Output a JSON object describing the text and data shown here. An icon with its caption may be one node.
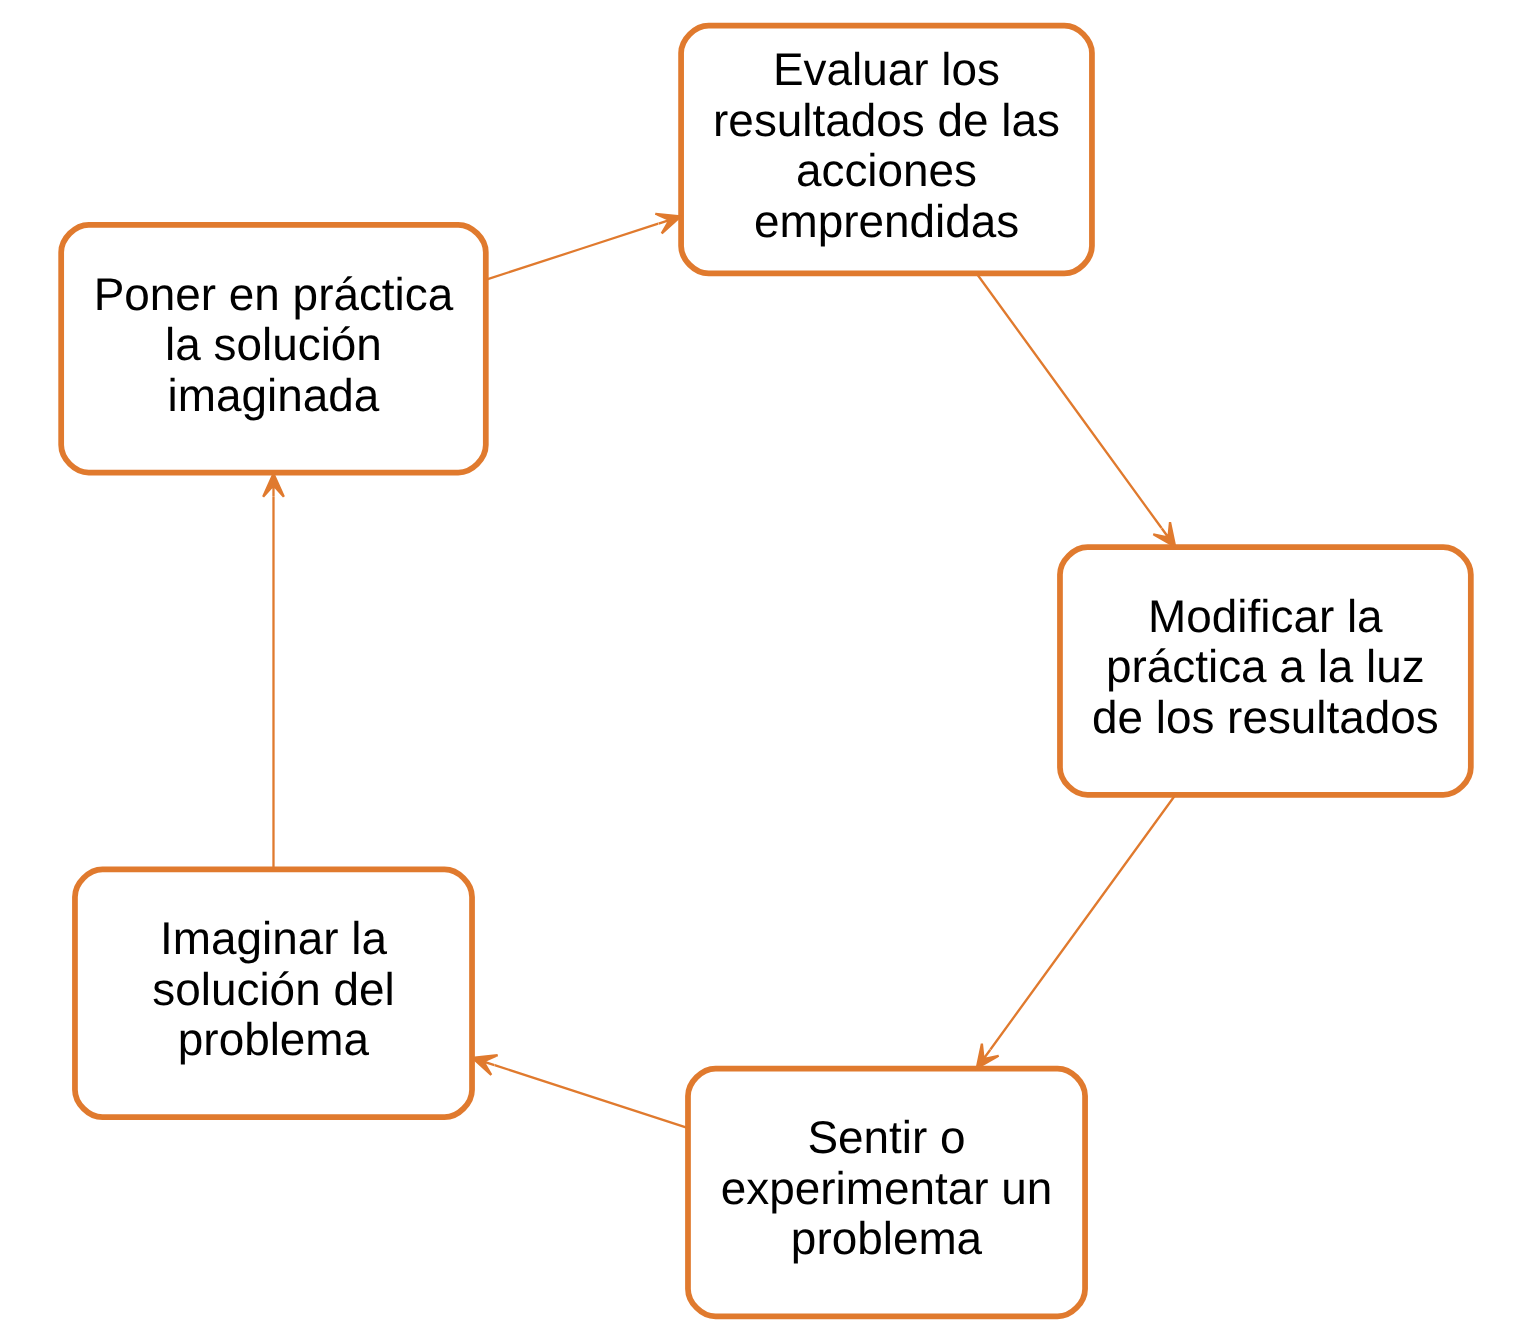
{
  "diagram": {
    "nodes": [
      {
        "text": [
          "Sentir o experimentar un problema"
        ]
      },
      {
        "text": [
          "Imaginar la solución del problema"
        ]
      },
      {
        "text": [
          "Poner en práctica la solución imaginada"
        ]
      },
      {
        "text": [
          "Evaluar los resultados de las acciones emprendidas"
        ]
      },
      {
        "text": [
          "Modificar la práctica a la luz de los resultados"
        ]
      }
    ],
    "edges": [
      {
        "from": 0,
        "to": 1,
        "arrow": "to"
      },
      {
        "from": 1,
        "to": 2,
        "arrow": "to"
      },
      {
        "from": 2,
        "to": 3,
        "arrow": "to"
      },
      {
        "from": 3,
        "to": 4,
        "arrow": "to"
      },
      {
        "from": 4,
        "to": 0,
        "arrow": "to"
      }
    ]
  }
}
